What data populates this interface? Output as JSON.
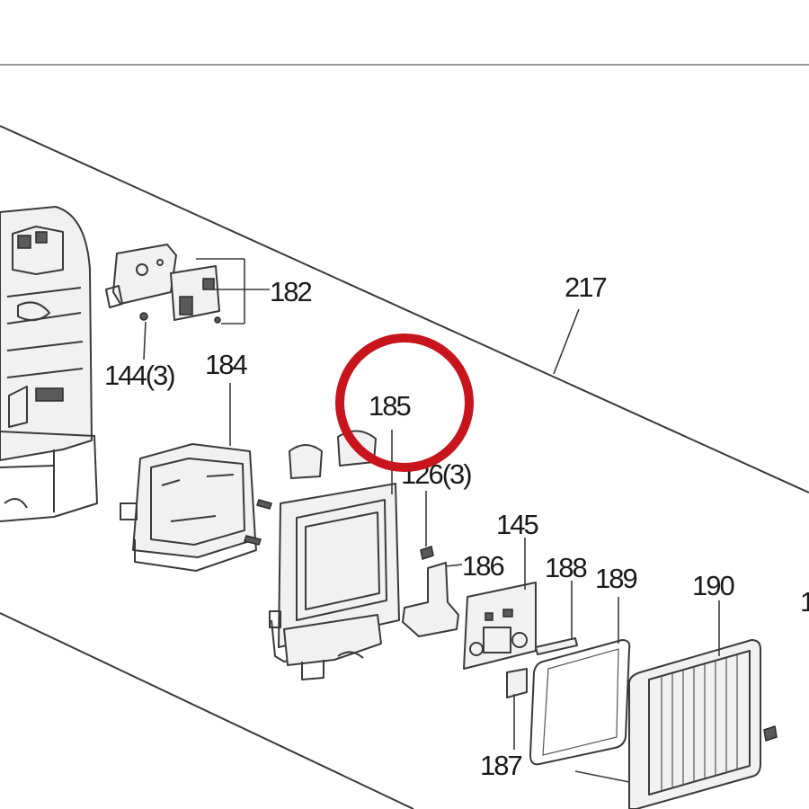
{
  "diagram": {
    "labels": [
      {
        "id": "182",
        "text": "182"
      },
      {
        "id": "144",
        "text": "144(3)"
      },
      {
        "id": "184",
        "text": "184"
      },
      {
        "id": "217",
        "text": "217"
      },
      {
        "id": "185",
        "text": "185"
      },
      {
        "id": "126",
        "text": "126(3)"
      },
      {
        "id": "145",
        "text": "145"
      },
      {
        "id": "186",
        "text": "186"
      },
      {
        "id": "188",
        "text": "188"
      },
      {
        "id": "189",
        "text": "189"
      },
      {
        "id": "190",
        "text": "190"
      },
      {
        "id": "187",
        "text": "187"
      },
      {
        "id": "edge",
        "text": "1"
      }
    ],
    "highlight": {
      "color": "#c8141c",
      "target": "185"
    },
    "line_color": "#3a3a3a"
  }
}
